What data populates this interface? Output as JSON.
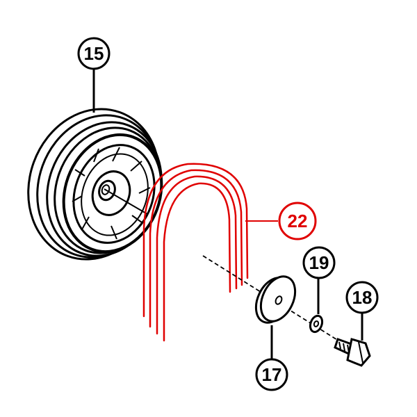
{
  "colors": {
    "line": "#000000",
    "highlight": "#e00000",
    "background": "#ffffff"
  },
  "diagram": {
    "parts": [
      {
        "id": "pulley",
        "label": "15",
        "color": "#000000"
      },
      {
        "id": "v-belt",
        "label": "22",
        "color": "#e00000"
      },
      {
        "id": "washer",
        "label": "17",
        "color": "#000000"
      },
      {
        "id": "lock-washer",
        "label": "19",
        "color": "#000000"
      },
      {
        "id": "bolt",
        "label": "18",
        "color": "#000000"
      }
    ]
  }
}
